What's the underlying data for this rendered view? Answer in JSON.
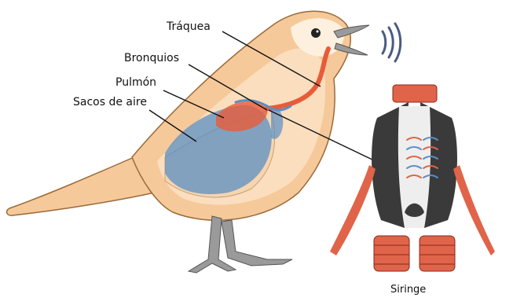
{
  "labels": {
    "traquea": "Tráquea",
    "bronquios": "Bronquios",
    "pulmon": "Pulmón",
    "sacos_de_aire": "Sacos de aire",
    "siringe": "Siringe"
  },
  "colors": {
    "body_fill": "#f6c99a",
    "body_inner": "#fbe3c7",
    "outline": "#9a6a3a",
    "air_sacs": "#5b8fc4",
    "lung": "#e85b3a",
    "legs": "#9a9a9a",
    "sound_waves": "#4a5a80",
    "syrinx_dark": "#3a3a3a",
    "syrinx_red": "#e0644a"
  }
}
